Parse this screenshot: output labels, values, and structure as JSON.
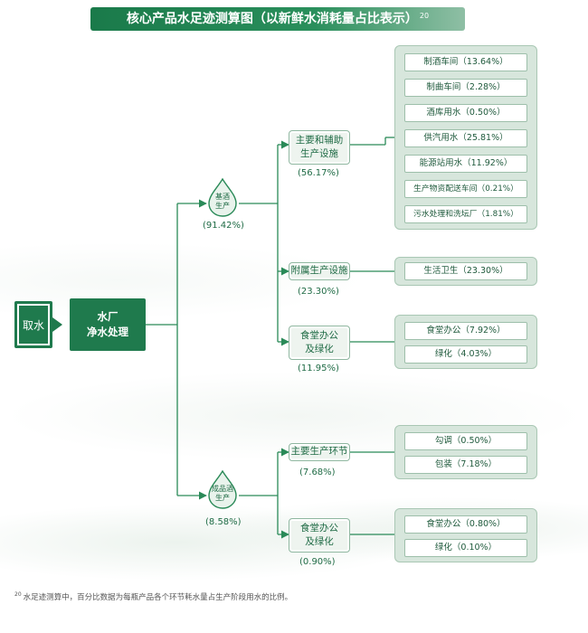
{
  "title": {
    "text": "核心产品水足迹测算图（以新鲜水消耗量占比表示）",
    "note_ref": "20"
  },
  "source": {
    "label": "取水"
  },
  "plant": {
    "line1": "水厂",
    "line2": "净水处理"
  },
  "branches": [
    {
      "line1": "基酒",
      "line2": "生产",
      "percent": "(91.42%)",
      "subs": [
        {
          "line1": "主要和辅助",
          "line2": "生产设施",
          "percent": "(56.17%)",
          "items": [
            "制酒车间（13.64%）",
            "制曲车间（2.28%）",
            "酒库用水（0.50%）",
            "供汽用水（25.81%）",
            "能源站用水（11.92%）",
            "生产物资配送车间（0.21%）",
            "污水处理和洗坛厂（1.81%）"
          ]
        },
        {
          "line1": "附属生产设施",
          "line2": "",
          "percent": "(23.30%)",
          "items": [
            "生活卫生（23.30%）"
          ]
        },
        {
          "line1": "食堂办公",
          "line2": "及绿化",
          "percent": "(11.95%)",
          "items": [
            "食堂办公（7.92%）",
            "绿化（4.03%）"
          ]
        }
      ]
    },
    {
      "line1": "成品酒",
      "line2": "生产",
      "percent": "(8.58%)",
      "subs": [
        {
          "line1": "主要生产环节",
          "line2": "",
          "percent": "(7.68%)",
          "items": [
            "勾调（0.50%）",
            "包装（7.18%）"
          ]
        },
        {
          "line1": "食堂办公",
          "line2": "及绿化",
          "percent": "(0.90%)",
          "items": [
            "食堂办公（0.80%）",
            "绿化（0.10%）"
          ]
        }
      ]
    }
  ],
  "footnote": {
    "ref": "20",
    "text": "水足迹测算中，百分比数据为每瓶产品各个环节耗水量占生产阶段用水的比例。"
  },
  "colors": {
    "primary": "#1f7a4d",
    "box_fill": "#d7e6dc",
    "line": "#2a8a58"
  }
}
